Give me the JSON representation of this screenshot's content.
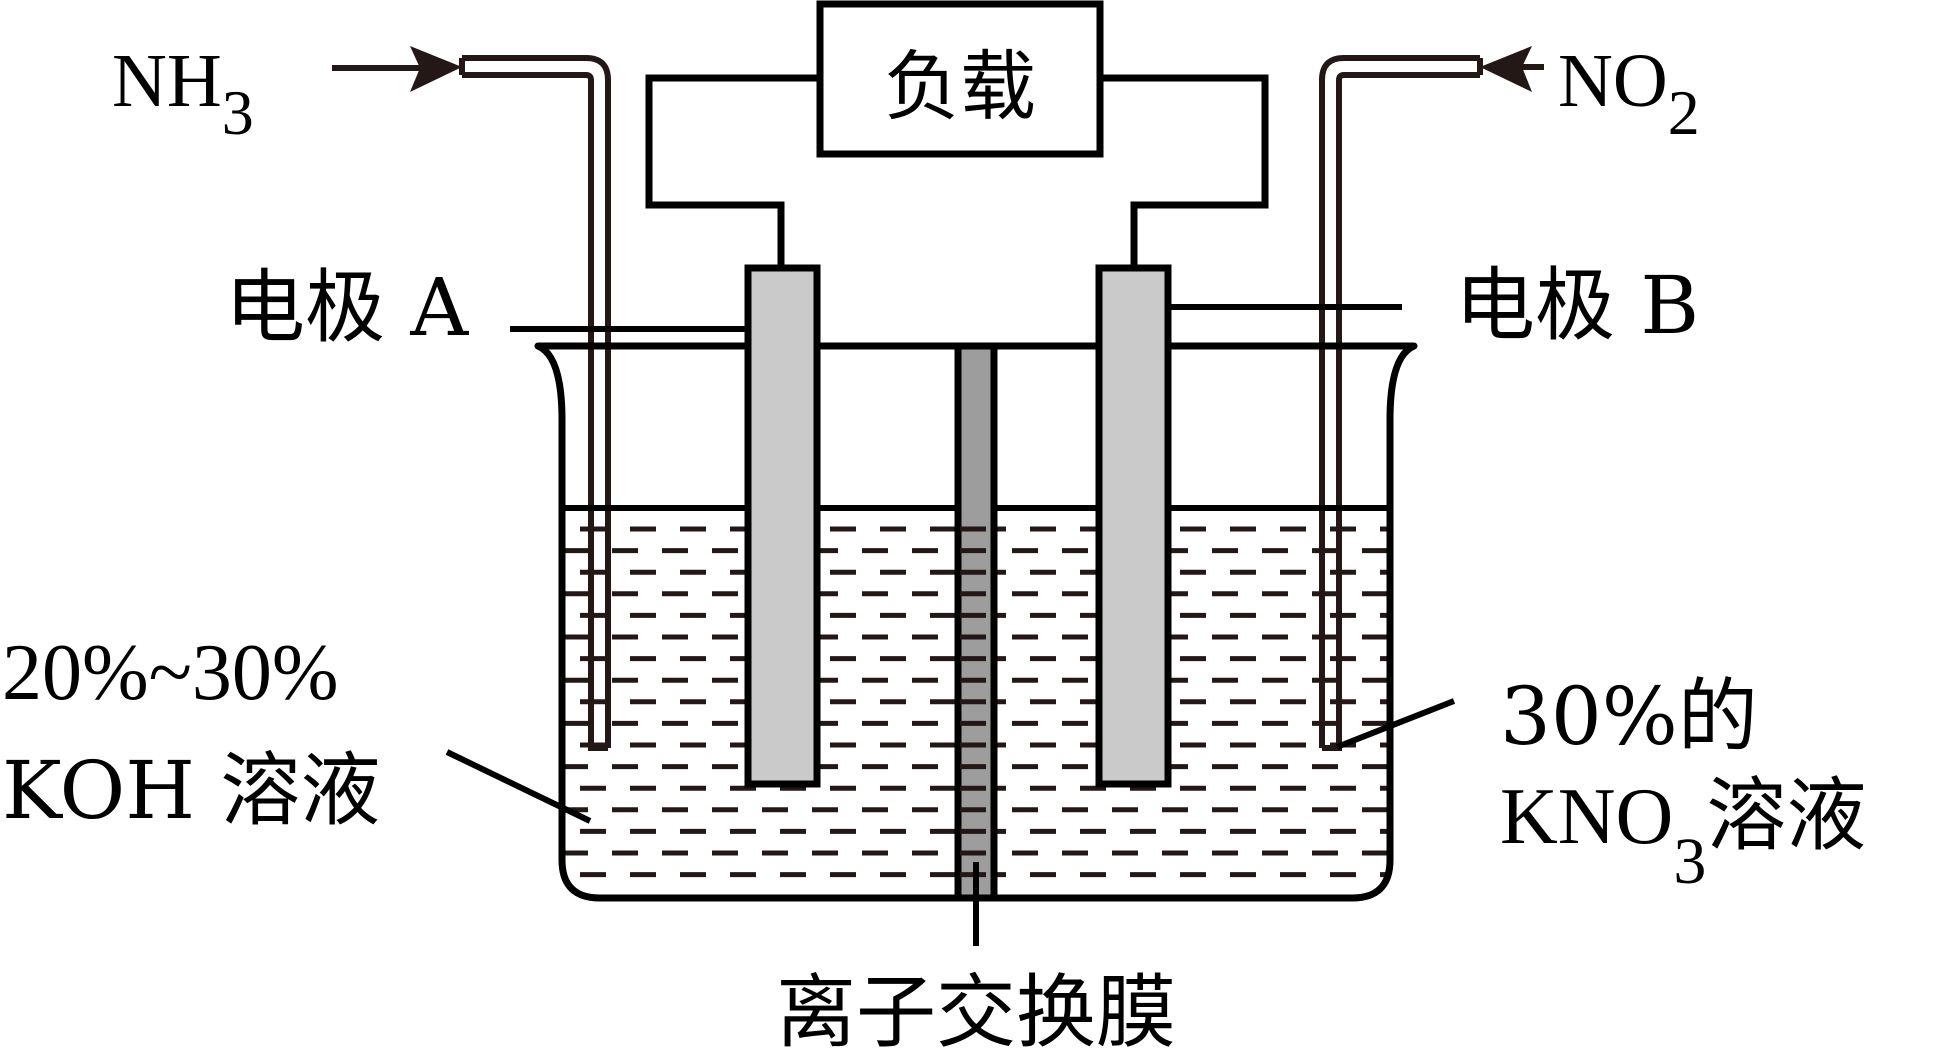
{
  "labels": {
    "load": "负载",
    "gas_left": {
      "base": "NH",
      "sub": "3"
    },
    "gas_right": {
      "base": "NO",
      "sub": "2"
    },
    "electrode_a": "电极 A",
    "electrode_b": "电极 B",
    "left_solution_line1": "20%~30%",
    "left_solution_line2": "KOH 溶液",
    "right_solution_line1": "30%的",
    "right_solution_line2_base": "KNO",
    "right_solution_line2_sub": "3",
    "right_solution_line2_tail": "溶液",
    "membrane": "离子交换膜"
  },
  "colors": {
    "stroke": "#000000",
    "tube": "#231815",
    "electrode_fill": "#c9cac9",
    "membrane_fill": "#9d9d9d",
    "liquid_dash": "#231815"
  }
}
